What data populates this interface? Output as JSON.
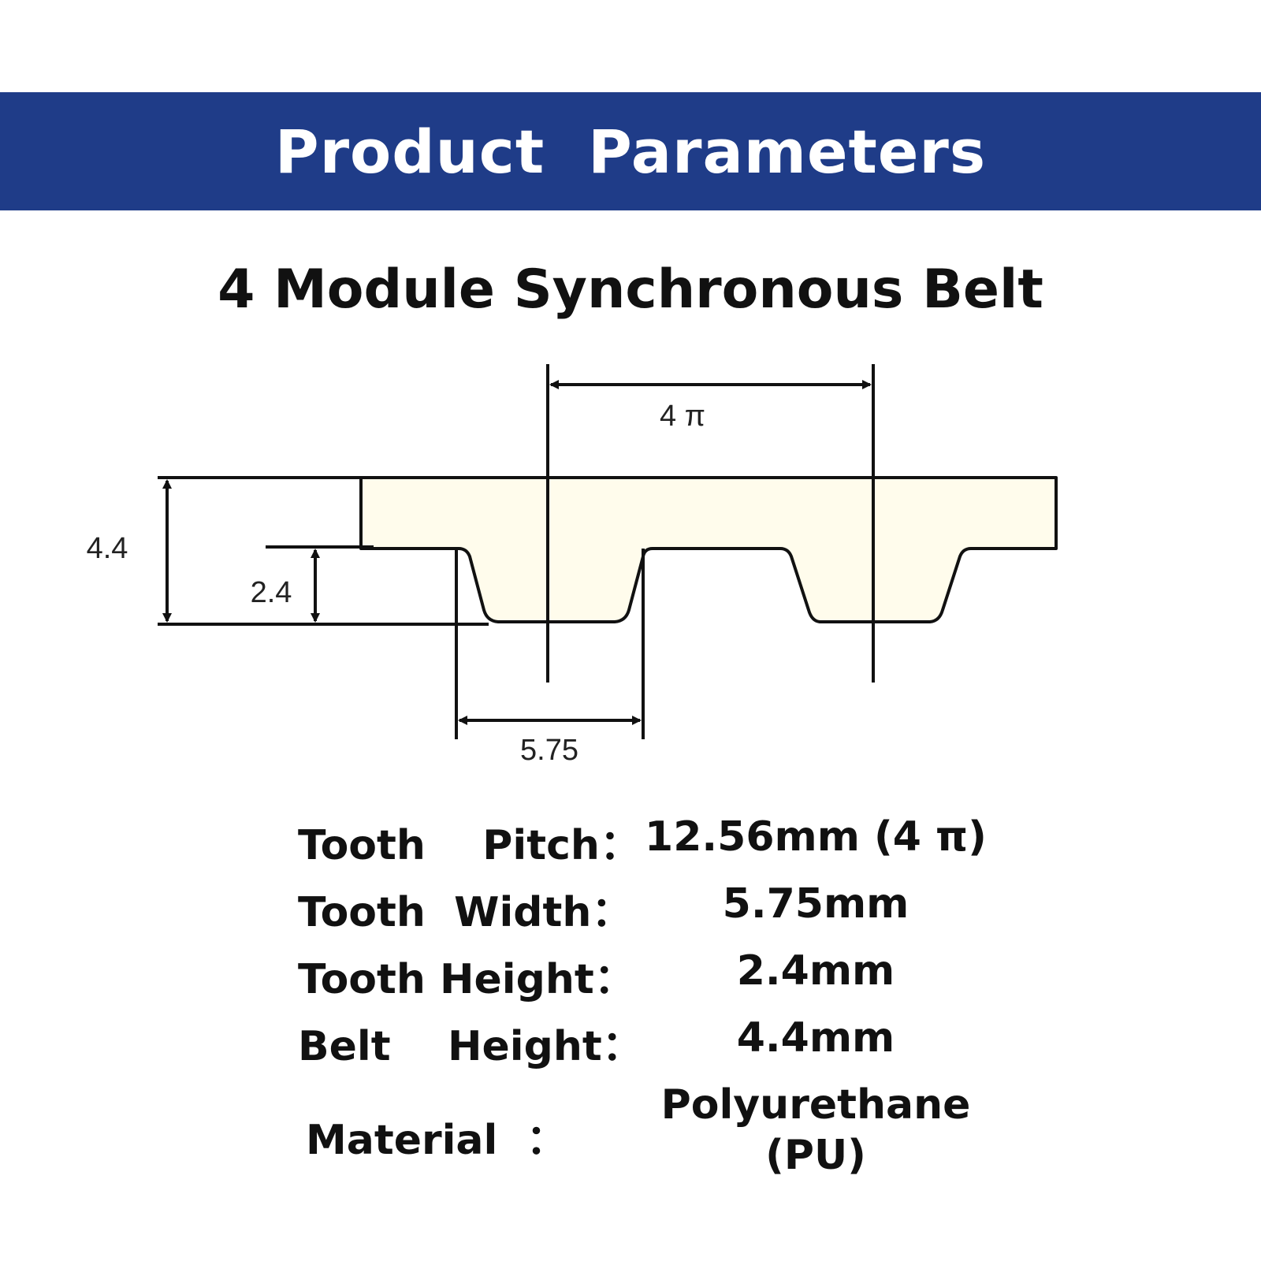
{
  "header": {
    "title": "Product  Parameters",
    "color": "#1f3c88"
  },
  "subtitle": "4 Module Synchronous Belt",
  "diagram": {
    "belt_fill": "#fffcec",
    "dims": {
      "pitch": "4 π",
      "belt_height": "4.4",
      "tooth_height": "2.4",
      "tooth_width": "5.75"
    }
  },
  "specs": [
    {
      "label": "Tooth    Pitch：",
      "value": "12.56mm  (4 π)"
    },
    {
      "label": "Tooth  Width：",
      "value": "5.75mm"
    },
    {
      "label": "Tooth Height：",
      "value": "2.4mm"
    },
    {
      "label": "Belt    Height：",
      "value": "4.4mm"
    },
    {
      "label": "Material  ：",
      "value": "Polyurethane\n(PU)"
    }
  ]
}
